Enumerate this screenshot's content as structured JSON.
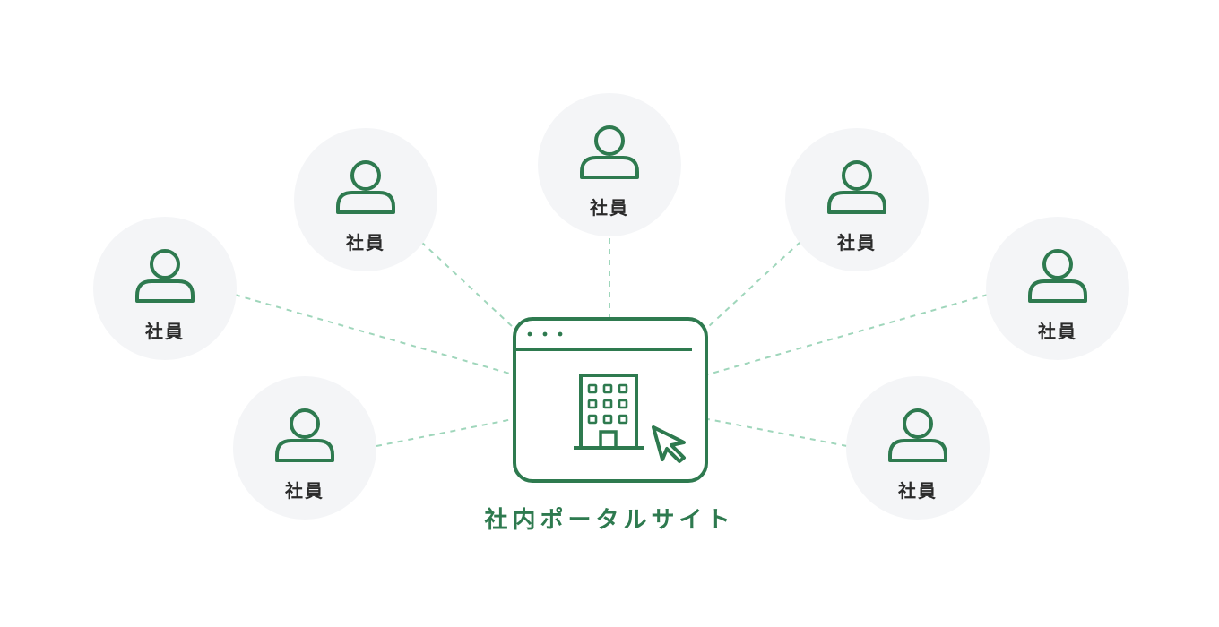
{
  "diagram": {
    "title": "社内ポータルサイト",
    "node_label": "社員",
    "colors": {
      "primary_green": "#2e7a4f",
      "connector_green": "#9fd6bb",
      "node_bg": "#f4f5f7",
      "label_dark": "#2a2a2a"
    },
    "icons": {
      "node": "person-icon",
      "center": "browser-window-icon",
      "building": "office-building-icon",
      "cursor": "cursor-arrow-icon"
    },
    "nodes": [
      {
        "label": "社員"
      },
      {
        "label": "社員"
      },
      {
        "label": "社員"
      },
      {
        "label": "社員"
      },
      {
        "label": "社員"
      },
      {
        "label": "社員"
      },
      {
        "label": "社員"
      }
    ]
  }
}
